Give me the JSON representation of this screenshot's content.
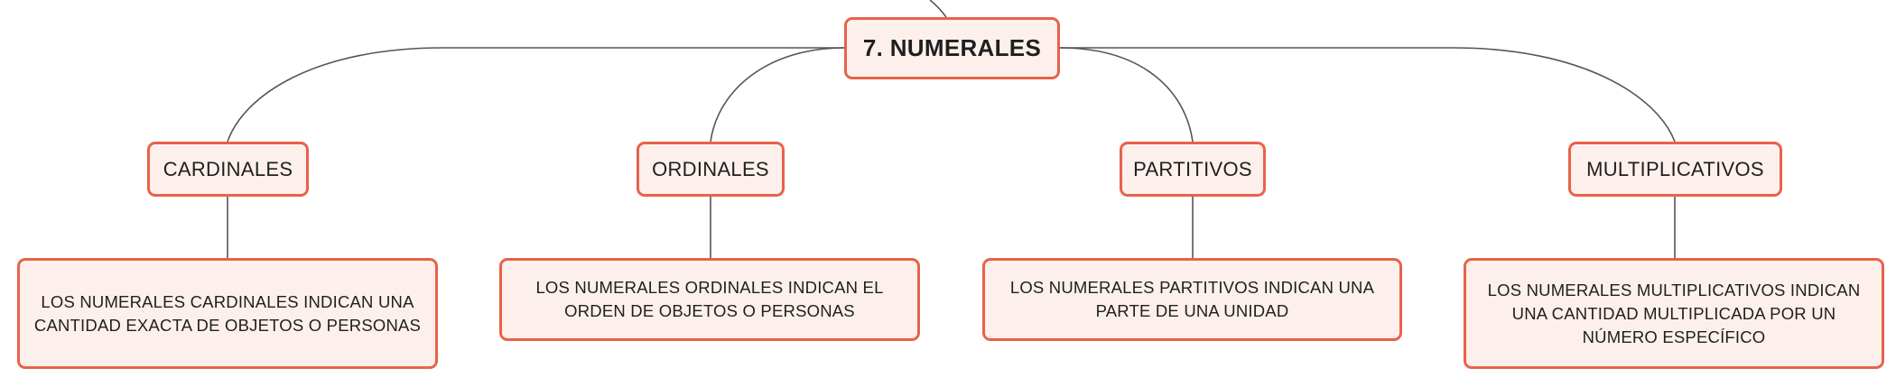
{
  "title": "7. NUMERALES",
  "colors": {
    "node_border": "#e8624a",
    "node_fill": "#fdf0ec",
    "connector": "#555555",
    "text": "#1f1f1f"
  },
  "branches": [
    {
      "label": "CARDINALES",
      "description": "LOS NUMERALES CARDINALES INDICAN UNA CANTIDAD EXACTA DE OBJETOS O PERSONAS"
    },
    {
      "label": "ORDINALES",
      "description": "LOS NUMERALES ORDINALES INDICAN EL ORDEN DE OBJETOS O PERSONAS"
    },
    {
      "label": "PARTITIVOS",
      "description": "LOS NUMERALES PARTITIVOS INDICAN UNA PARTE DE UNA UNIDAD"
    },
    {
      "label": "MULTIPLICATIVOS",
      "description": "LOS NUMERALES MULTIPLICATIVOS INDICAN UNA CANTIDAD MULTIPLICADA POR UN NÚMERO ESPECÍFICO"
    }
  ]
}
